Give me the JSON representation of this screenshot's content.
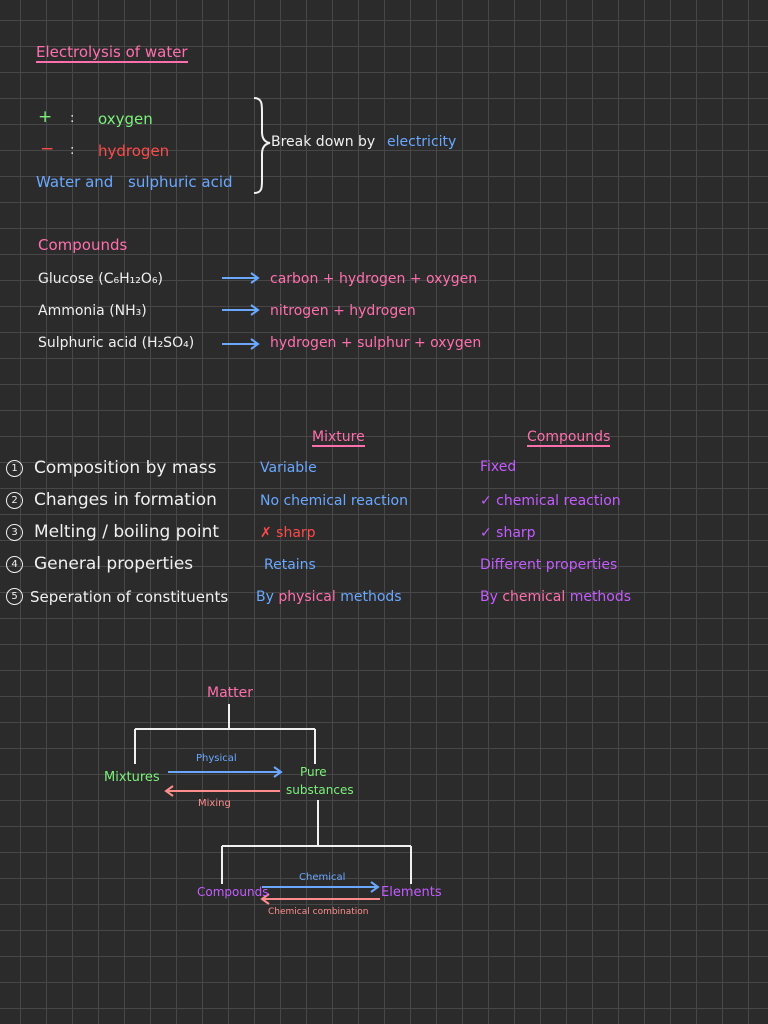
{
  "title": "Electrolysis of water",
  "electrolysis": {
    "plus_symbol": "+",
    "minus_symbol": "−",
    "colon": ":",
    "plus_label": "oxygen",
    "minus_label": "hydrogen",
    "water_text": "Water and",
    "acid_text": "sulphuric acid",
    "brace_text_prefix": "Break down by",
    "brace_text_highlight": "electricity"
  },
  "compounds_section": {
    "heading": "Compounds",
    "rows": [
      {
        "name": "Glucose (C₆H₁₂O₆)",
        "result": "carbon + hydrogen + oxygen"
      },
      {
        "name": "Ammonia (NH₃)",
        "result": "nitrogen + hydrogen"
      },
      {
        "name": "Sulphuric acid (H₂SO₄)",
        "result": "hydrogen + sulphur + oxygen"
      }
    ]
  },
  "comparison": {
    "headers": {
      "mixture": "Mixture",
      "compounds": "Compounds"
    },
    "rows": [
      {
        "num": "1",
        "property": "Composition by mass",
        "mixture": "Variable",
        "compound": "Fixed"
      },
      {
        "num": "2",
        "property": "Changes in formation",
        "mixture": "No chemical reaction",
        "compound": "✓ chemical reaction"
      },
      {
        "num": "3",
        "property": "Melting / boiling point",
        "mixture": "✗ sharp",
        "compound": "✓ sharp"
      },
      {
        "num": "4",
        "property": "General properties",
        "mixture": "Retains",
        "compound": "Different properties"
      },
      {
        "num": "5",
        "property": "Seperation of constituents",
        "mixture_a": "By",
        "mixture_b": "physical",
        "mixture_c": "methods",
        "compound_a": "By",
        "compound_b": "chemical",
        "compound_c": "methods"
      }
    ]
  },
  "diagram": {
    "matter": "Matter",
    "mixtures": "Mixtures",
    "pure_line1": "Pure",
    "pure_line2": "substances",
    "physical": "Physical",
    "mixing": "Mixing",
    "compounds": "Compounds",
    "elements": "Elements",
    "chemical": "Chemical",
    "chemical_combination": "Chemical combination"
  },
  "colors": {
    "pink": "#ff6fae",
    "red": "#ff4a4a",
    "green": "#7cf07a",
    "blue": "#6aa8ff",
    "purple": "#c45cff",
    "salmon": "#ff8c8c"
  }
}
